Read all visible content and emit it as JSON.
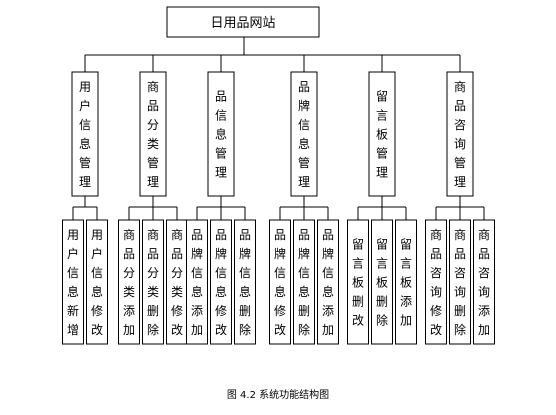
{
  "diagram": {
    "root": "日用品网站",
    "modules": [
      {
        "label": "用户信息管理",
        "children": [
          "用户信息新增",
          "用户信息修改"
        ]
      },
      {
        "label": "商品分类管理",
        "children": [
          "商品分类添加",
          "商品分类删除",
          "商品分类修改"
        ]
      },
      {
        "label": "品信息管理",
        "children": [
          "品牌信息添加",
          "品牌信息修改",
          "品牌信息删除"
        ]
      },
      {
        "label": "品牌信息管理",
        "children": [
          "品牌信息修改",
          "品牌信息删除",
          "品牌信息添加"
        ]
      },
      {
        "label": "留言板管理",
        "children": [
          "留言板删改",
          "留言板删除",
          "留言板添加"
        ]
      },
      {
        "label": "商品咨询管理",
        "children": [
          "商品咨询修改",
          "商品咨询删除",
          "商品咨询添加"
        ]
      }
    ]
  },
  "caption": "图 4.2  系统功能结构图"
}
